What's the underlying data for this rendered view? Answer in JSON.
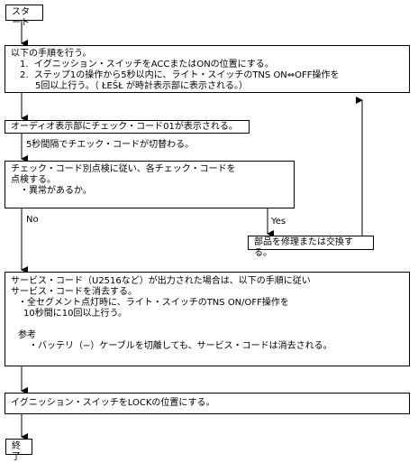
{
  "flow": {
    "start": "スタート",
    "step1": {
      "title": "以下の手順を行う。",
      "item1": "1.  イグニッション・スイッチをACCまたはONの位置にする。",
      "item2": "2.  ステップ1の操作から5秒以内に、ライト・スイッチのTNS ON⇔OFF操作を",
      "item2b": "5回以上行う。（ ŁEŠŁ が時計表示部に表示される。）"
    },
    "step2": "オーディオ表示部にチェック・コード01が表示される。",
    "step2_note": "5秒間隔でチエック・コードが切替わる。",
    "step3": {
      "l1": "チェック・コード別点検に従い、各チェック・コードを",
      "l2": "点検する。",
      "l3": "・異常があるか。"
    },
    "no_label": "No",
    "yes_label": "Yes",
    "repair": "部品を修理または交換する。",
    "step4": {
      "l1": "サービス・コード（U2516など）が出力された場合は、以下の手順に従い",
      "l2": "サービス・コードを消去する。",
      "l3": "・全セグメント点灯時に、ライト・スイッチのTNS ON/OFF操作を",
      "l4": "10秒間に10回以上行う。",
      "ref_title": "参考",
      "ref_text": "・バッテリ（−）ケーブルを切離しても、サービス・コードは消去される。"
    },
    "step5": "イグニッション・スイッチをLOCKの位置にする。",
    "end": "終了"
  }
}
